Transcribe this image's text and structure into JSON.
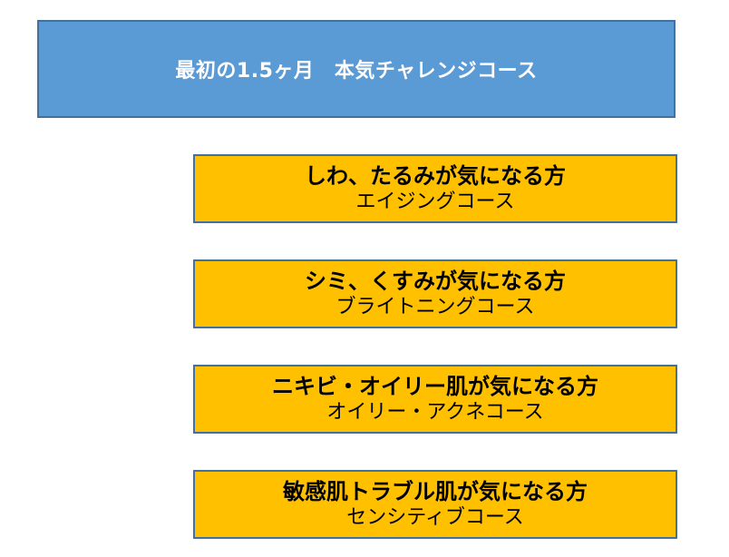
{
  "header": {
    "title": "最初の1.5ヶ月　本気チャレンジコース",
    "background_color": "#5b9bd5",
    "text_color": "#ffffff"
  },
  "courses": [
    {
      "concern": "しわ、たるみが気になる方",
      "course_name": "エイジングコース"
    },
    {
      "concern": "シミ、くすみが気になる方",
      "course_name": "ブライトニングコース"
    },
    {
      "concern": "ニキビ・オイリー肌が気になる方",
      "course_name": "オイリー・アクネコース"
    },
    {
      "concern": "敏感肌トラブル肌が気になる方",
      "course_name": "センシティブコース"
    }
  ],
  "colors": {
    "course_box_fill": "#ffc000",
    "box_border": "#41719c"
  }
}
